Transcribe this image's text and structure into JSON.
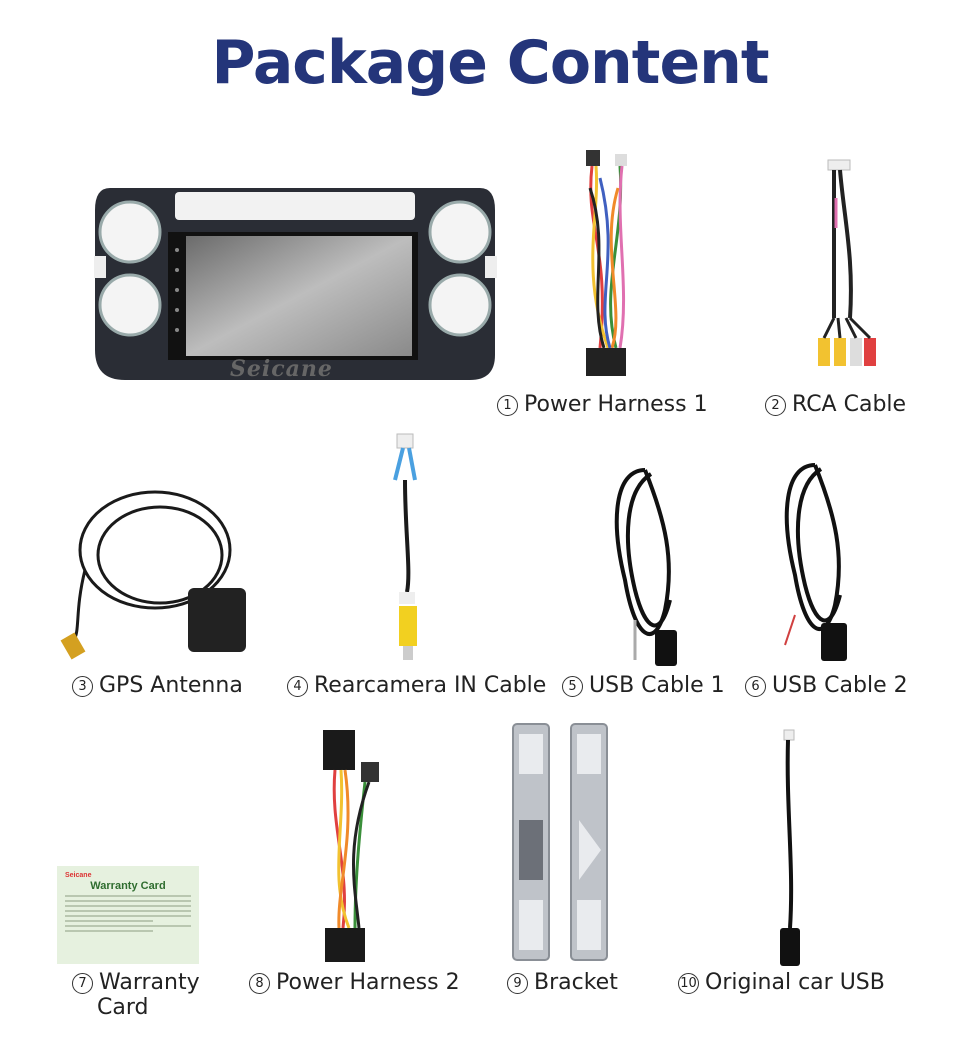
{
  "page": {
    "title": "Package Content",
    "accent_color": "#24357a"
  },
  "device": {
    "brand": "Seicane"
  },
  "items": [
    {
      "num": "1",
      "label": "Power Harness 1"
    },
    {
      "num": "2",
      "label": "RCA Cable"
    },
    {
      "num": "3",
      "label": "GPS Antenna"
    },
    {
      "num": "4",
      "label": "Rearcamera IN Cable"
    },
    {
      "num": "5",
      "label": "USB Cable 1"
    },
    {
      "num": "6",
      "label": "USB Cable 2"
    },
    {
      "num": "7",
      "label": "Warranty",
      "label2": "Card"
    },
    {
      "num": "8",
      "label": "Power Harness 2"
    },
    {
      "num": "9",
      "label": "Bracket"
    },
    {
      "num": "10",
      "label": "Original car USB"
    }
  ],
  "warranty_card": {
    "brand": "Seicane",
    "title": "Warranty Card"
  }
}
